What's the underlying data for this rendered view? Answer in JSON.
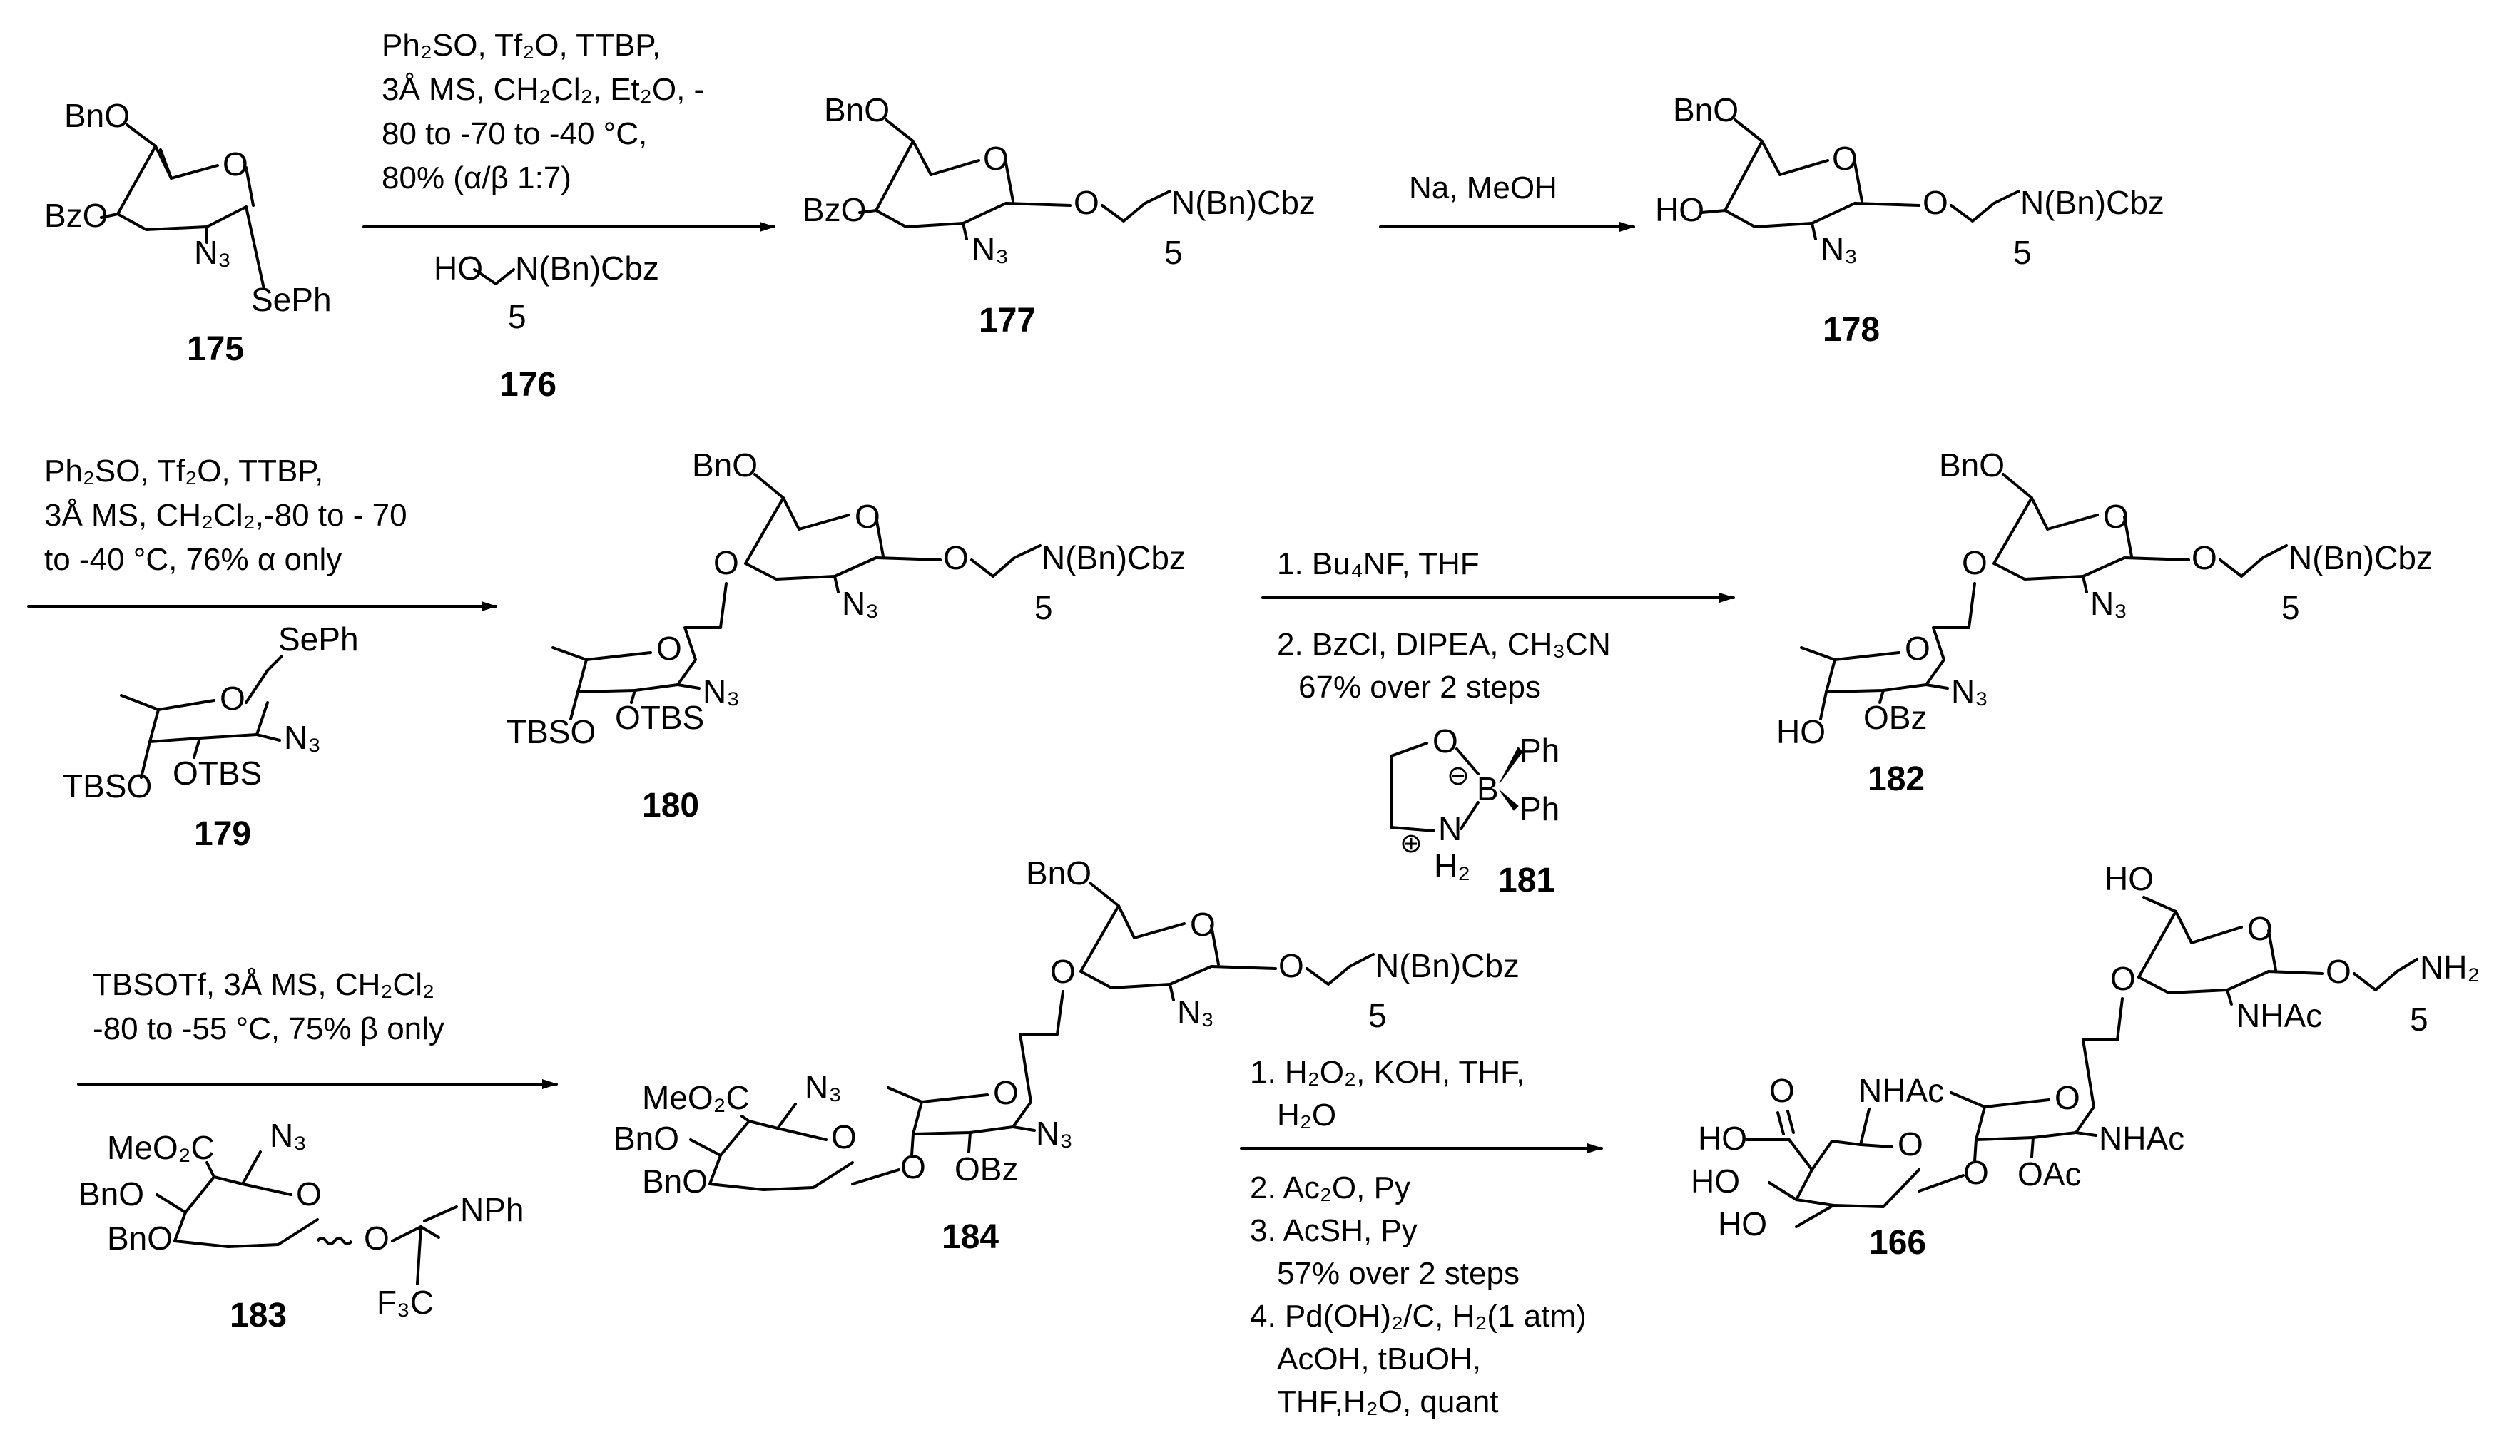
{
  "compounds": {
    "c175": {
      "number": "175",
      "labels": {
        "BnO": "BnO",
        "BzO": "BzO",
        "O": "O",
        "N3": "N₃",
        "SePh": "SePh"
      }
    },
    "c176": {
      "number": "176",
      "labels": {
        "HO": "HO",
        "NBnCbz": "N(Bn)Cbz",
        "n": "5"
      }
    },
    "c177": {
      "number": "177",
      "labels": {
        "BnO": "BnO",
        "BzO": "BzO",
        "O": "O",
        "O2": "O",
        "N3": "N₃",
        "NBnCbz": "N(Bn)Cbz",
        "n": "5"
      }
    },
    "c178": {
      "number": "178",
      "labels": {
        "BnO": "BnO",
        "HO": "HO",
        "O": "O",
        "O2": "O",
        "N3": "N₃",
        "NBnCbz": "N(Bn)Cbz",
        "n": "5"
      }
    },
    "c179": {
      "number": "179",
      "labels": {
        "SePh": "SePh",
        "O": "O",
        "N3": "N₃",
        "TBSO": "TBSO",
        "OTBS": "OTBS"
      }
    },
    "c180": {
      "number": "180",
      "labels": {
        "BnO": "BnO",
        "O": "O",
        "O2": "O",
        "O3": "O",
        "O4": "O",
        "N3a": "N₃",
        "N3b": "N₃",
        "NBnCbz": "N(Bn)Cbz",
        "n": "5",
        "TBSO": "TBSO",
        "OTBS": "OTBS"
      }
    },
    "c181": {
      "number": "181",
      "labels": {
        "O": "O",
        "B": "B",
        "Ph1": "Ph",
        "Ph2": "Ph",
        "N": "N",
        "H2": "H₂",
        "minus": "⊖",
        "plus": "⊕"
      }
    },
    "c182": {
      "number": "182",
      "labels": {
        "BnO": "BnO",
        "O": "O",
        "O2": "O",
        "O3": "O",
        "O4": "O",
        "N3a": "N₃",
        "N3b": "N₃",
        "NBnCbz": "N(Bn)Cbz",
        "n": "5",
        "HO": "HO",
        "OBz": "OBz"
      }
    },
    "c183": {
      "number": "183",
      "labels": {
        "MeO2C": "MeO₂C",
        "N3": "N₃",
        "BnO1": "BnO",
        "BnO2": "BnO",
        "O": "O",
        "O2": "O",
        "NPh": "NPh",
        "F3C": "F₃C"
      }
    },
    "c184": {
      "number": "184",
      "labels": {
        "BnOtop": "BnO",
        "O": "O",
        "O2": "O",
        "O3": "O",
        "O4": "O",
        "O5": "O",
        "O6": "O",
        "N3a": "N₃",
        "N3b": "N₃",
        "N3c": "N₃",
        "NBnCbz": "N(Bn)Cbz",
        "n": "5",
        "MeO2C": "MeO₂C",
        "BnO1": "BnO",
        "BnO2": "BnO",
        "OBz": "OBz"
      }
    },
    "c166": {
      "number": "166",
      "labels": {
        "HOtop": "HO",
        "O": "O",
        "O2": "O",
        "O3": "O",
        "O4": "O",
        "O5": "O",
        "O6": "O",
        "NH2": "NH₂",
        "n": "5",
        "NHAc1": "NHAc",
        "NHAc2": "NHAc",
        "NHAc3": "NHAc",
        "HO1": "HO",
        "HO2": "HO",
        "HO3": "HO",
        "OAc": "OAc",
        "Oacid": "O"
      }
    }
  },
  "reactions": {
    "r1": {
      "lines": [
        "Ph₂SO, Tf₂O, TTBP,",
        "3Å MS, CH₂Cl₂, Et₂O, -",
        "80 to -70 to -40 °C,",
        "80% (α/β 1:7)"
      ]
    },
    "r2": {
      "lines": [
        "Na, MeOH"
      ]
    },
    "r3": {
      "lines": [
        "Ph₂SO, Tf₂O, TTBP,",
        "3Å MS, CH₂Cl₂,-80 to - 70",
        "to -40 °C, 76% α only"
      ]
    },
    "r4": {
      "lines": [
        "1. Bu₄NF, THF",
        "2. BzCl, DIPEA, CH₃CN",
        "67% over 2 steps"
      ]
    },
    "r5": {
      "lines": [
        "TBSOTf, 3Å MS, CH₂Cl₂",
        "-80 to -55 °C, 75% β only"
      ]
    },
    "r6": {
      "lines": [
        "1. H₂O₂, KOH, THF,",
        "H₂O",
        "2. Ac₂O, Py",
        "3. AcSH, Py",
        "57% over 2 steps",
        "4. Pd(OH)₂/C, H₂(1 atm)",
        "AcOH, tBuOH,",
        "THF,H₂O, quant"
      ]
    }
  }
}
